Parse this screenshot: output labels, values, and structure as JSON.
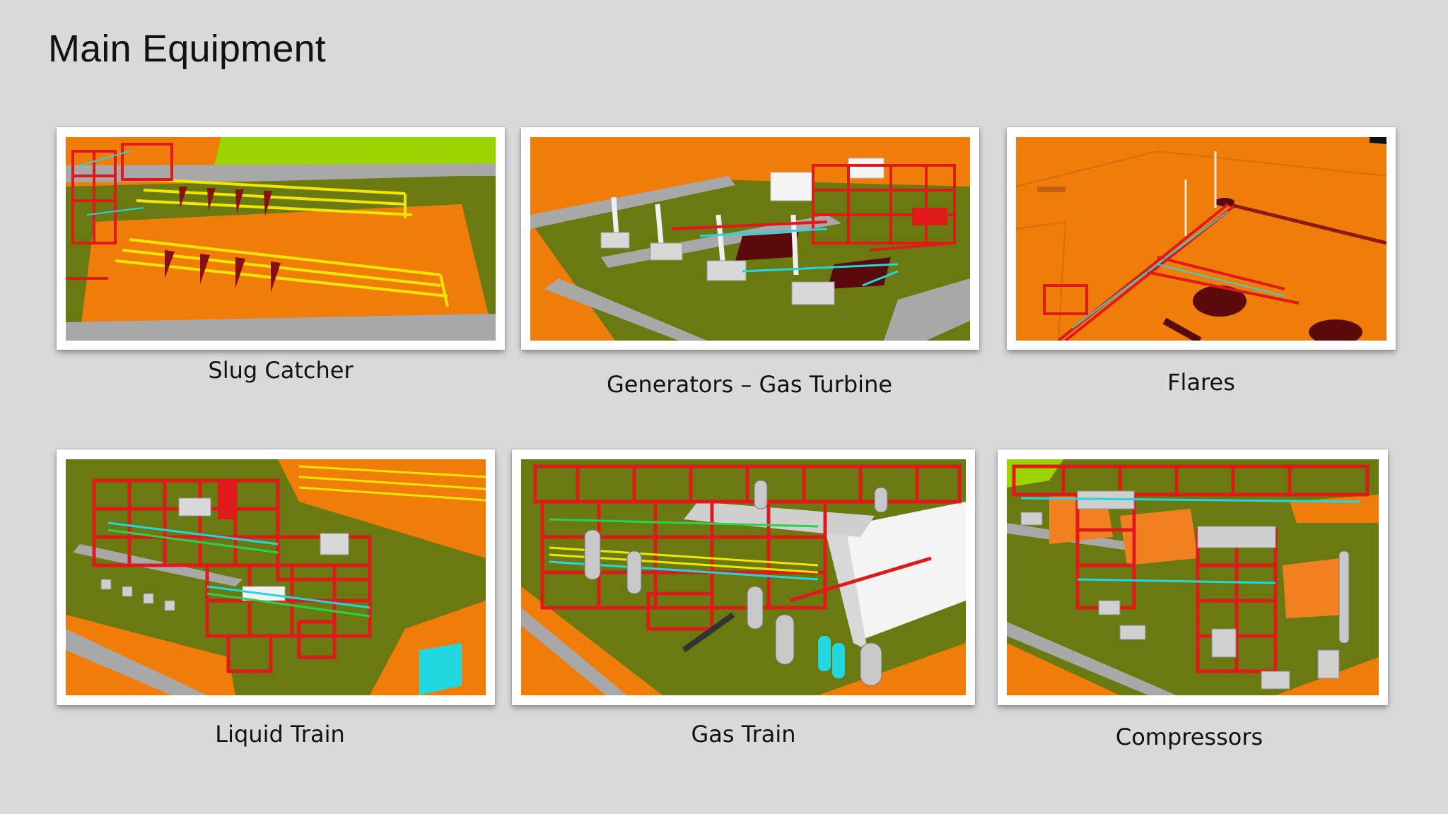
{
  "slide": {
    "title": "Main Equipment"
  },
  "captions": {
    "slug_catcher": "Slug Catcher",
    "generators": "Generators – Gas Turbine",
    "flares": "Flares",
    "liquid_train": "Liquid Train",
    "gas_train": "Gas Train",
    "compressors": "Compressors"
  },
  "palette": {
    "ground_orange": "#f07d0a",
    "grass_green": "#6a7a10",
    "pipe_red": "#e01a1a",
    "pipe_yellow": "#f2e600",
    "road_grey": "#a8a8a8",
    "accent_cyan": "#22d8e0",
    "bright_green": "#9bd400",
    "slide_background": "#d9d9da"
  }
}
